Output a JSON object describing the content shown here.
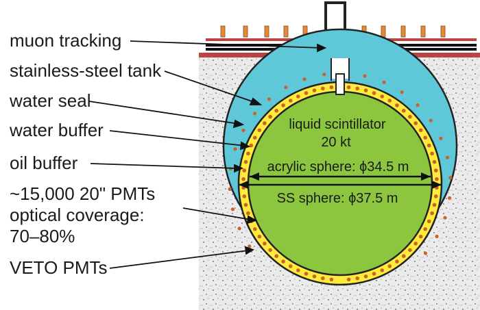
{
  "labels": {
    "muon_tracking": "muon tracking",
    "stainless_steel_tank": "stainless-steel tank",
    "water_seal": "water seal",
    "water_buffer": "water buffer",
    "oil_buffer": "oil buffer",
    "pmts_count": "~15,000 20\" PMTs",
    "optical_coverage": "optical coverage:",
    "coverage_range": "70–80%",
    "veto_pmts": "VETO PMTs"
  },
  "detector": {
    "scintillator_line1": "liquid scintillator",
    "scintillator_line2": "20 kt",
    "acrylic_sphere": "acrylic sphere: ϕ34.5 m",
    "ss_sphere": "SS sphere: ϕ37.5 m"
  },
  "colors": {
    "rock": "#ebebeb",
    "water": "#5ec8d8",
    "oil_buffer": "#ffeb3b",
    "scintillator": "#8cc63f",
    "pmt": "#c8642a",
    "tracker_bar": "#b84444",
    "tracker_post": "#e08a3a"
  }
}
